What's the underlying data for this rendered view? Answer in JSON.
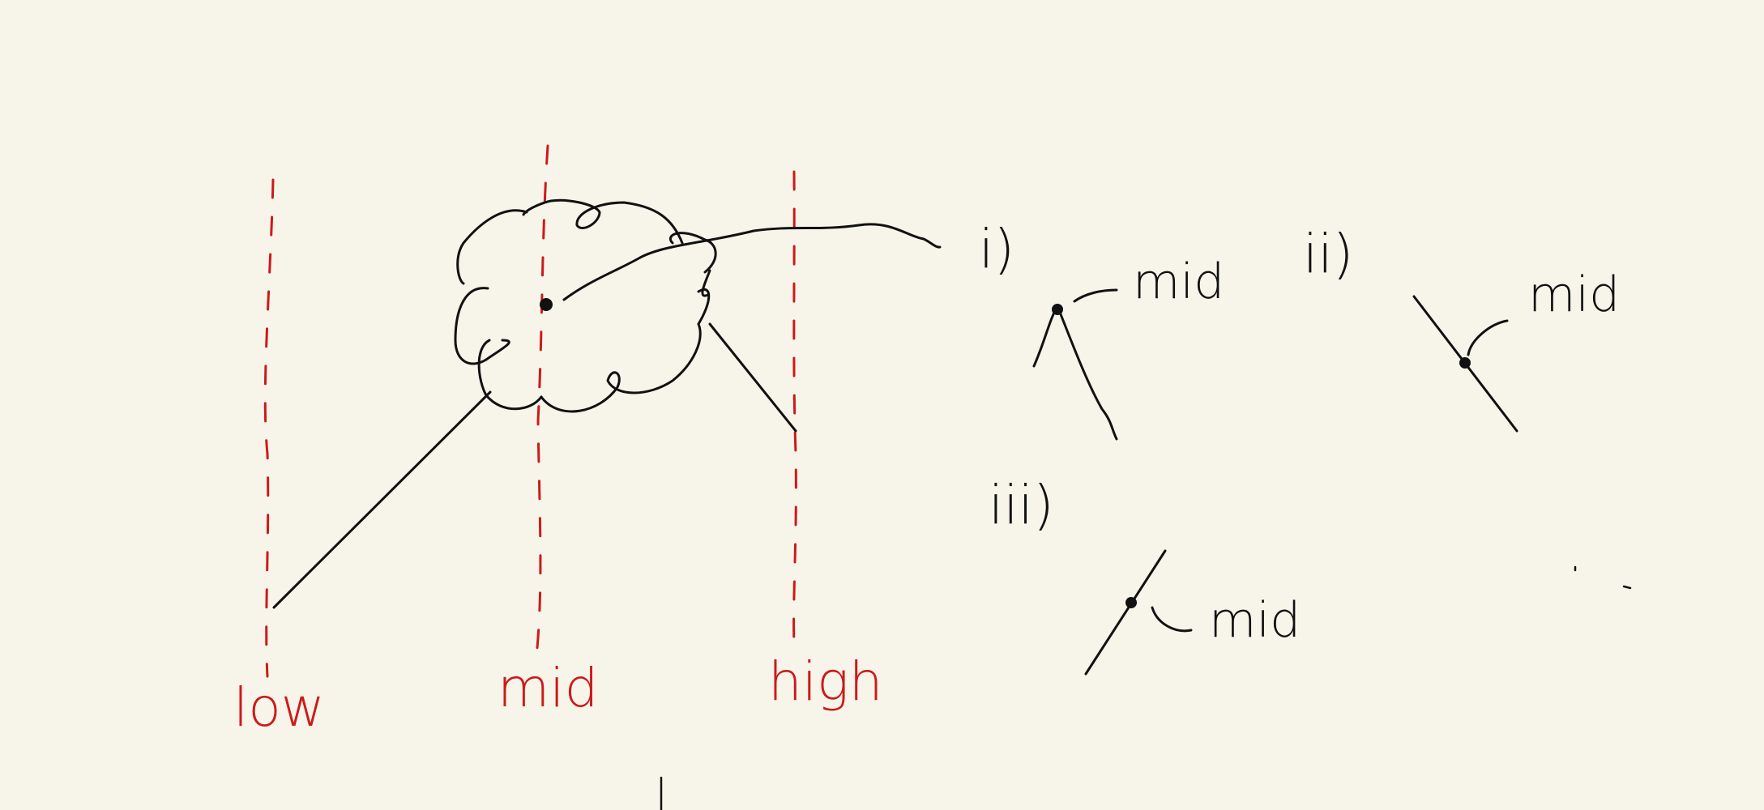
{
  "colors": {
    "background": "#f7f5ea",
    "ink": "#111111",
    "red": "#cc1a1a"
  },
  "axis_labels": {
    "low": "low",
    "mid": "mid",
    "high": "high"
  },
  "cases": {
    "case_1": {
      "numeral": "i)",
      "label": "mid"
    },
    "case_2": {
      "numeral": "ii)",
      "label": "mid"
    },
    "case_3": {
      "numeral": "iii)",
      "label": "mid"
    }
  }
}
